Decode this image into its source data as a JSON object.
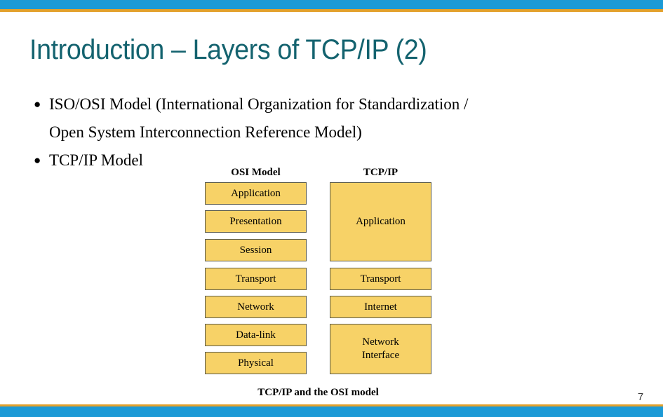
{
  "slide": {
    "title": "Introduction – Layers of TCP/IP (2)",
    "page_number": "7",
    "colors": {
      "accent_blue": "#1c9ad6",
      "accent_gold": "#e3a12c",
      "title_teal": "#14636f",
      "box_fill": "#f7d267",
      "box_border": "#5a5a4a",
      "body_text": "#000000"
    }
  },
  "bullets": [
    {
      "marker": "●",
      "line1": "ISO/OSI Model  (International Organization for Standardization /",
      "line2": "Open System Interconnection Reference Model)"
    },
    {
      "marker": "●",
      "line1": "TCP/IP Model",
      "line2": ""
    }
  ],
  "diagram": {
    "caption": "TCP/IP and the OSI model",
    "columns": [
      {
        "id": "osi",
        "header": "OSI Model",
        "layers": [
          {
            "label": "Application"
          },
          {
            "label": "Presentation"
          },
          {
            "label": "Session"
          },
          {
            "label": "Transport"
          },
          {
            "label": "Network"
          },
          {
            "label": "Data-link"
          },
          {
            "label": "Physical"
          }
        ]
      },
      {
        "id": "tcpip",
        "header": "TCP/IP",
        "layers": [
          {
            "label": "Application"
          },
          {
            "label": "Transport"
          },
          {
            "label": "Internet"
          },
          {
            "label": "Network\nInterface"
          }
        ]
      }
    ]
  }
}
